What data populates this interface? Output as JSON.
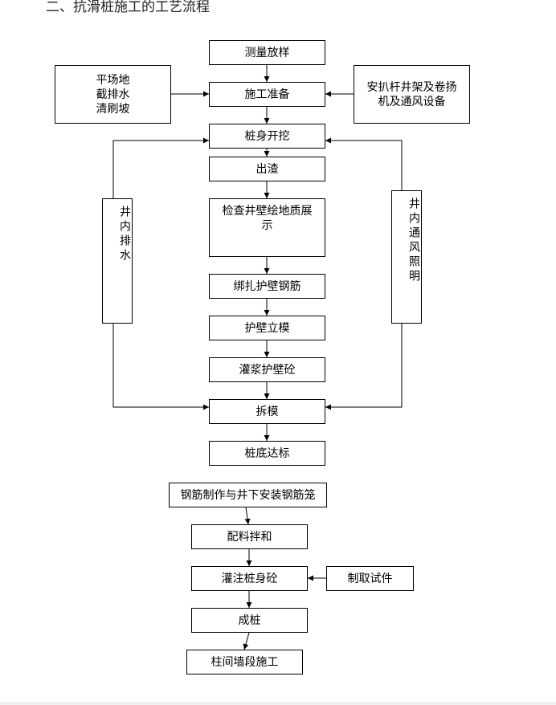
{
  "title": "二、抗滑桩施工的工艺流程",
  "boxes": {
    "survey": "测量放样",
    "prep": "施工准备",
    "site": "平场地\n截排水\n清刷坡",
    "hoist": "安扒杆井架及卷扬\n机及通风设备",
    "excavate": "桩身开挖",
    "muck": "出渣",
    "inspect": "检查井壁绘地质展示",
    "drain": "井内排水",
    "vent": "井内通风照明",
    "rebar": "绑扎护壁钢筋",
    "formwork": "护壁立模",
    "pour_wall": "灌浆护壁砼",
    "strip": "拆模",
    "bottom": "桩底达标",
    "cage": "钢筋制作与井下安装钢筋笼",
    "mix": "配料拌和",
    "pour_pile": "灌注桩身砼",
    "sample": "制取试件",
    "pile_done": "成桩",
    "wall": "柱间墙段施工"
  }
}
